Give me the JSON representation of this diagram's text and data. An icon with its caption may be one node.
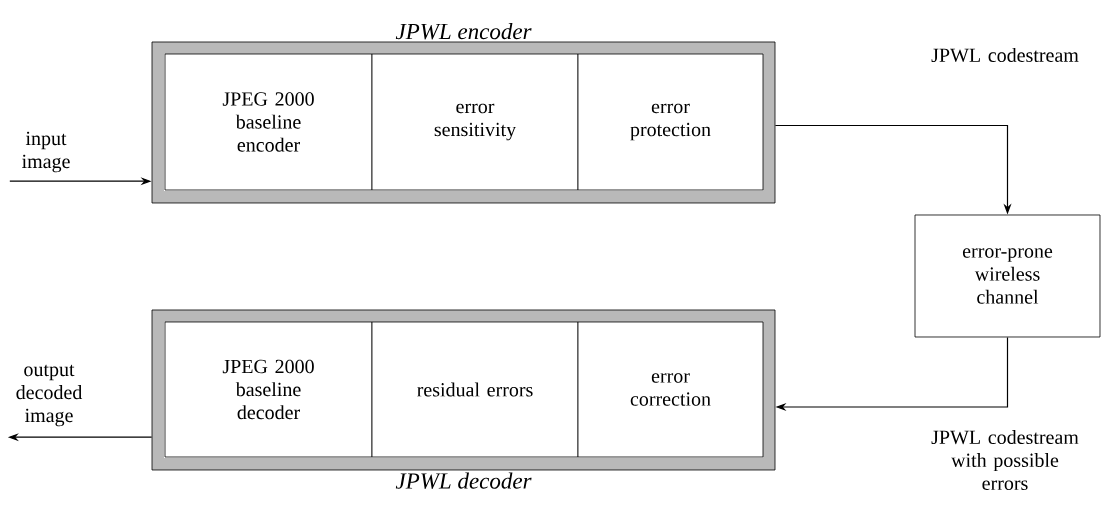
{
  "diagram": {
    "nodes": [
      {
        "text": [
          "JPWL encoder"
        ]
      },
      {
        "text": [
          "JPEG 2000 baseline encoder"
        ],
        "in": 0
      },
      {
        "text": [
          "error sensitivity"
        ],
        "in": 0
      },
      {
        "text": [
          "error protection"
        ],
        "in": 0
      },
      {
        "text": [
          "error-prone wireless channel"
        ]
      },
      {
        "text": [
          "JPWL decoder"
        ]
      },
      {
        "text": [
          "JPEG 2000 baseline decoder"
        ],
        "in": 5
      },
      {
        "text": [
          "residual errors"
        ],
        "in": 5
      },
      {
        "text": [
          "error correction"
        ],
        "in": 5
      },
      {
        "text": [
          "input image"
        ]
      },
      {
        "text": [
          "output decoded image"
        ]
      }
    ],
    "edges": [
      {
        "from": 9,
        "to": 0,
        "arrow": "to"
      },
      {
        "from": 0,
        "to": 4,
        "arrow": "to",
        "label": "JPWL codestream"
      },
      {
        "from": 4,
        "to": 5,
        "arrow": "to",
        "label": "JPWL codestream with possible errors"
      },
      {
        "from": 5,
        "to": 10,
        "arrow": "to"
      }
    ]
  }
}
